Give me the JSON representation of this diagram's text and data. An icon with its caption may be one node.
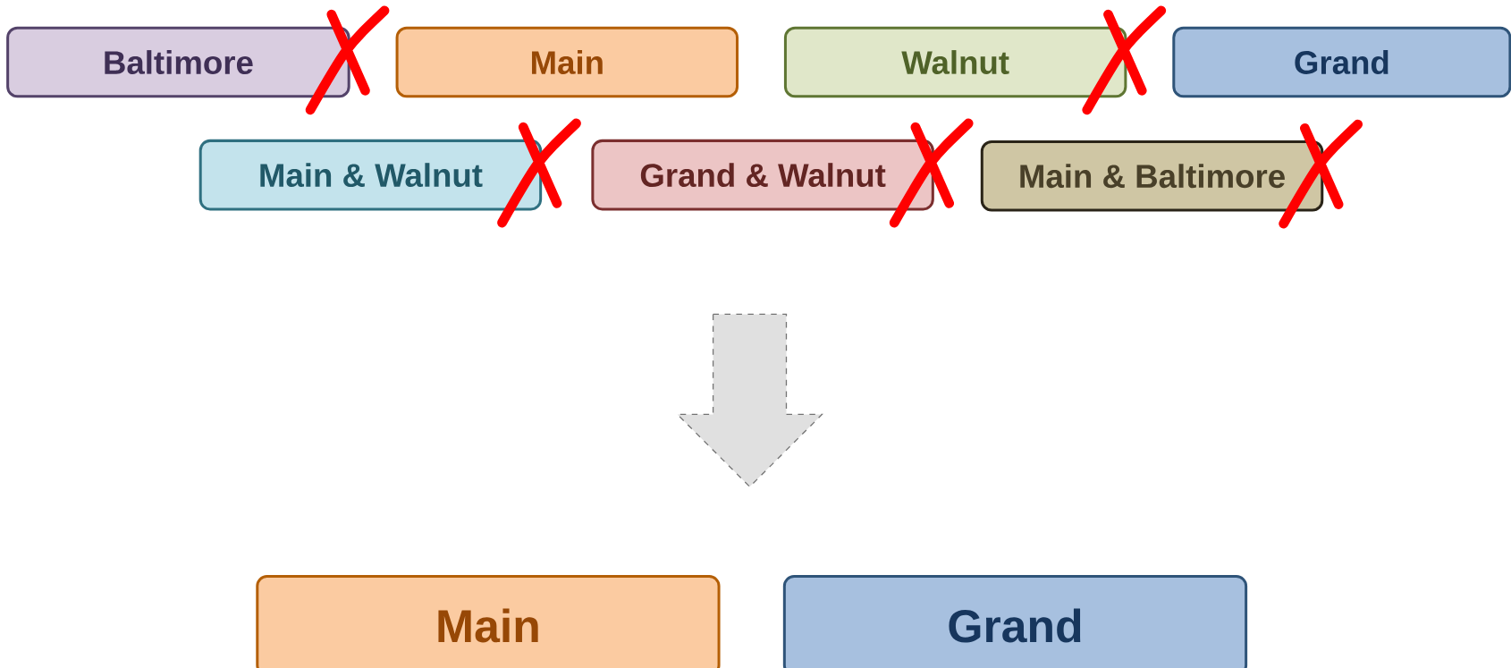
{
  "diagram": {
    "nodes": [
      {
        "text": [
          "Baltimore"
        ]
      },
      {
        "text": [
          "Main"
        ]
      },
      {
        "text": [
          "Walnut"
        ]
      },
      {
        "text": [
          "Grand"
        ]
      },
      {
        "text": [
          "Main & Walnut"
        ]
      },
      {
        "text": [
          "Grand & Walnut"
        ]
      },
      {
        "text": [
          "Main & Baltimore"
        ]
      },
      {
        "text": [
          "Main"
        ]
      },
      {
        "text": [
          "Grand"
        ]
      }
    ]
  }
}
